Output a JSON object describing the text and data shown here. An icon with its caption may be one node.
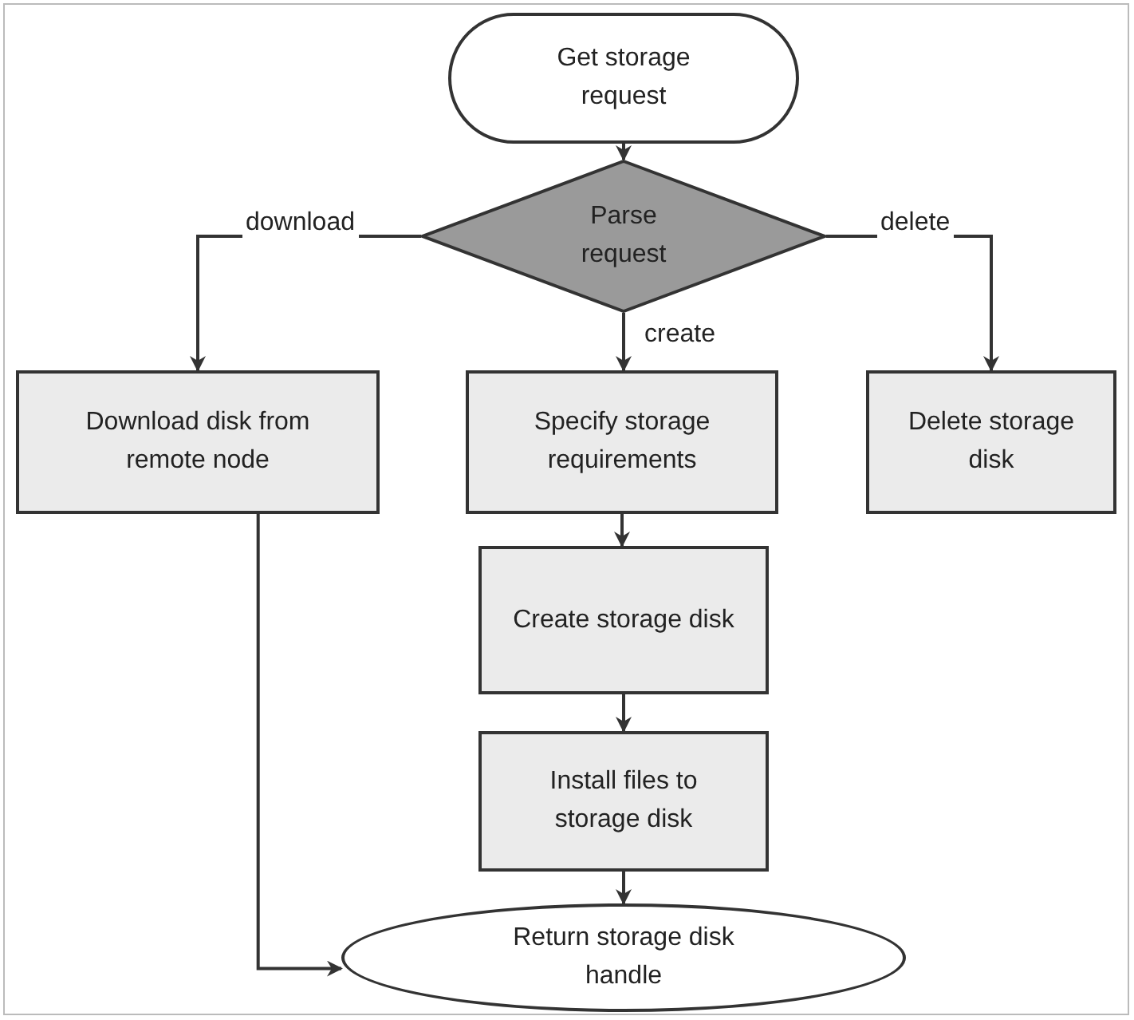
{
  "diagram": {
    "nodes": [
      {
        "text": [
          "Get storage request"
        ]
      },
      {
        "text": [
          "Parse request"
        ]
      },
      {
        "text": [
          "Download disk from remote node"
        ]
      },
      {
        "text": [
          "Specify storage requirements"
        ]
      },
      {
        "text": [
          "Delete storage disk"
        ]
      },
      {
        "text": [
          "Create storage disk"
        ]
      },
      {
        "text": [
          "Install files to storage disk"
        ]
      },
      {
        "text": [
          "Return storage disk handle"
        ]
      }
    ],
    "edges": [
      {
        "from": 0,
        "to": 1,
        "arrow": "to"
      },
      {
        "from": 1,
        "to": 2,
        "arrow": "to",
        "label": "download"
      },
      {
        "from": 1,
        "to": 3,
        "arrow": "to",
        "label": "create"
      },
      {
        "from": 1,
        "to": 4,
        "arrow": "to",
        "label": "delete"
      },
      {
        "from": 3,
        "to": 5,
        "arrow": "to"
      },
      {
        "from": 5,
        "to": 6,
        "arrow": "to"
      },
      {
        "from": 6,
        "to": 7,
        "arrow": "to"
      },
      {
        "from": 2,
        "to": 7,
        "arrow": "to"
      }
    ]
  }
}
